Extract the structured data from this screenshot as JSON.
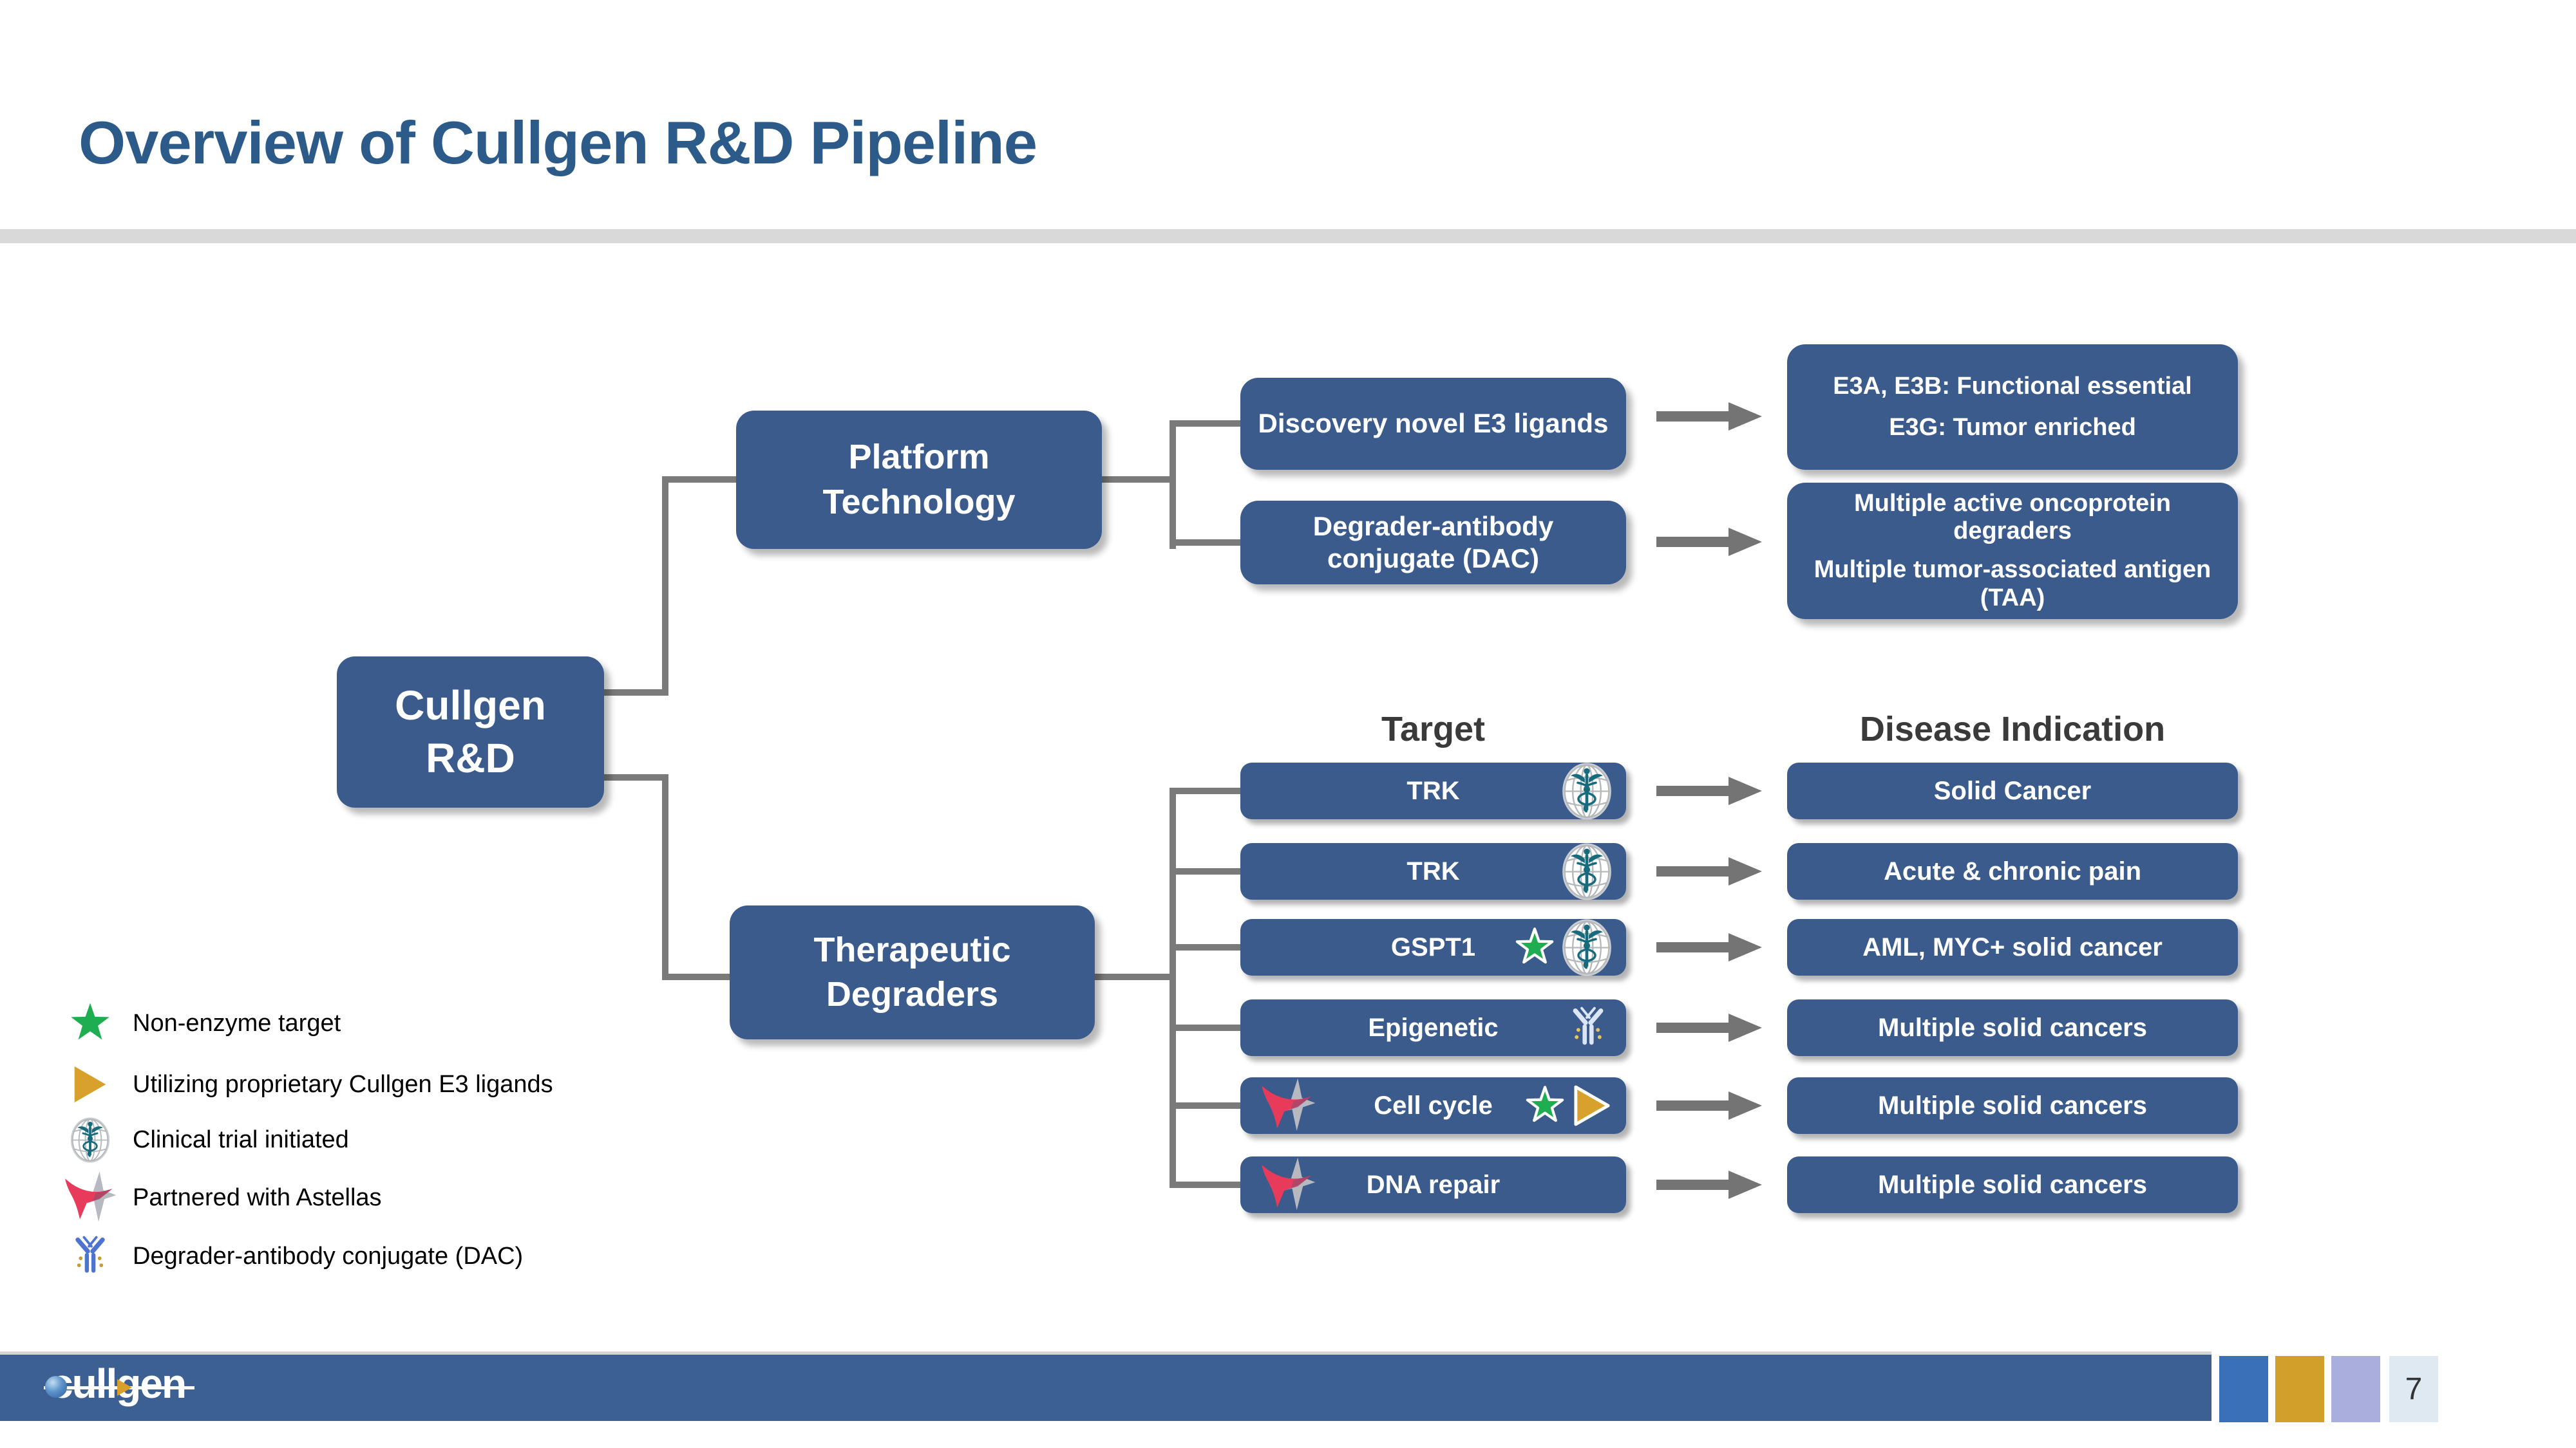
{
  "slide": {
    "title": "Overview of Cullgen R&D Pipeline"
  },
  "tree": {
    "root": {
      "line1": "Cullgen",
      "line2": "R&D"
    },
    "platform": {
      "line1": "Platform",
      "line2": "Technology",
      "children": [
        {
          "label": "Discovery novel E3 ligands",
          "outcome_line1": "E3A, E3B: Functional essential",
          "outcome_line2": "E3G: Tumor enriched"
        },
        {
          "label": "Degrader-antibody conjugate (DAC)",
          "outcome_line1": "Multiple active oncoprotein degraders",
          "outcome_line2": "Multiple tumor-associated antigen (TAA)"
        }
      ]
    },
    "therapeutic": {
      "line1": "Therapeutic",
      "line2": "Degraders",
      "col_target": "Target",
      "col_disease": "Disease Indication",
      "rows": [
        {
          "target": "TRK",
          "disease": "Solid Cancer",
          "icons": [
            "clinical-trial"
          ]
        },
        {
          "target": "TRK",
          "disease": "Acute & chronic pain",
          "icons": [
            "clinical-trial"
          ]
        },
        {
          "target": "GSPT1",
          "disease": "AML, MYC+ solid cancer",
          "icons": [
            "non-enzyme-target",
            "clinical-trial"
          ]
        },
        {
          "target": "Epigenetic",
          "disease": "Multiple solid cancers",
          "icons": [
            "degrader-antibody-conjugate"
          ]
        },
        {
          "target": "Cell cycle",
          "disease": "Multiple solid cancers",
          "icons": [
            "partnered-astellas",
            "non-enzyme-target",
            "cullgen-e3-ligand"
          ]
        },
        {
          "target": "DNA repair",
          "disease": "Multiple solid cancers",
          "icons": [
            "partnered-astellas"
          ]
        }
      ]
    }
  },
  "legend": {
    "items": [
      {
        "icon": "green-star-icon",
        "label": "Non-enzyme target"
      },
      {
        "icon": "gold-triangle-icon",
        "label": "Utilizing proprietary Cullgen E3 ligands"
      },
      {
        "icon": "caduceus-globe-icon",
        "label": "Clinical trial initiated"
      },
      {
        "icon": "astellas-star-icon",
        "label": "Partnered with Astellas"
      },
      {
        "icon": "antibody-icon",
        "label": "Degrader-antibody conjugate (DAC)"
      }
    ]
  },
  "footer": {
    "logo_text": "cullgen",
    "page_number": "7",
    "squares": [
      {
        "color": "#3a70b8",
        "css": "left:3446px;background:#3a70b8"
      },
      {
        "color": "#d2a02a",
        "css": "left:3533px;background:#d2a02a"
      },
      {
        "color": "#a9aedd",
        "css": "left:3620px;background:#a9aedd"
      },
      {
        "color": "#dfe9f2",
        "css": "left:3710px;background:#dfe9f2"
      }
    ]
  },
  "colors": {
    "box_navy": "#3a5b8c",
    "footer_bar_navy": "#3d6092",
    "title_blue": "#2c5b8a",
    "divider_gray": "#d9d9d9",
    "connector_gray": "#7a7a7a",
    "arrow_gray": "#747474",
    "header_gray": "#3a3a3a",
    "star_green": "#1fad51",
    "triangle_gold": "#d7a12b",
    "astellas_red": "#e83a5b",
    "caduceus_teal": "#176b7d"
  }
}
